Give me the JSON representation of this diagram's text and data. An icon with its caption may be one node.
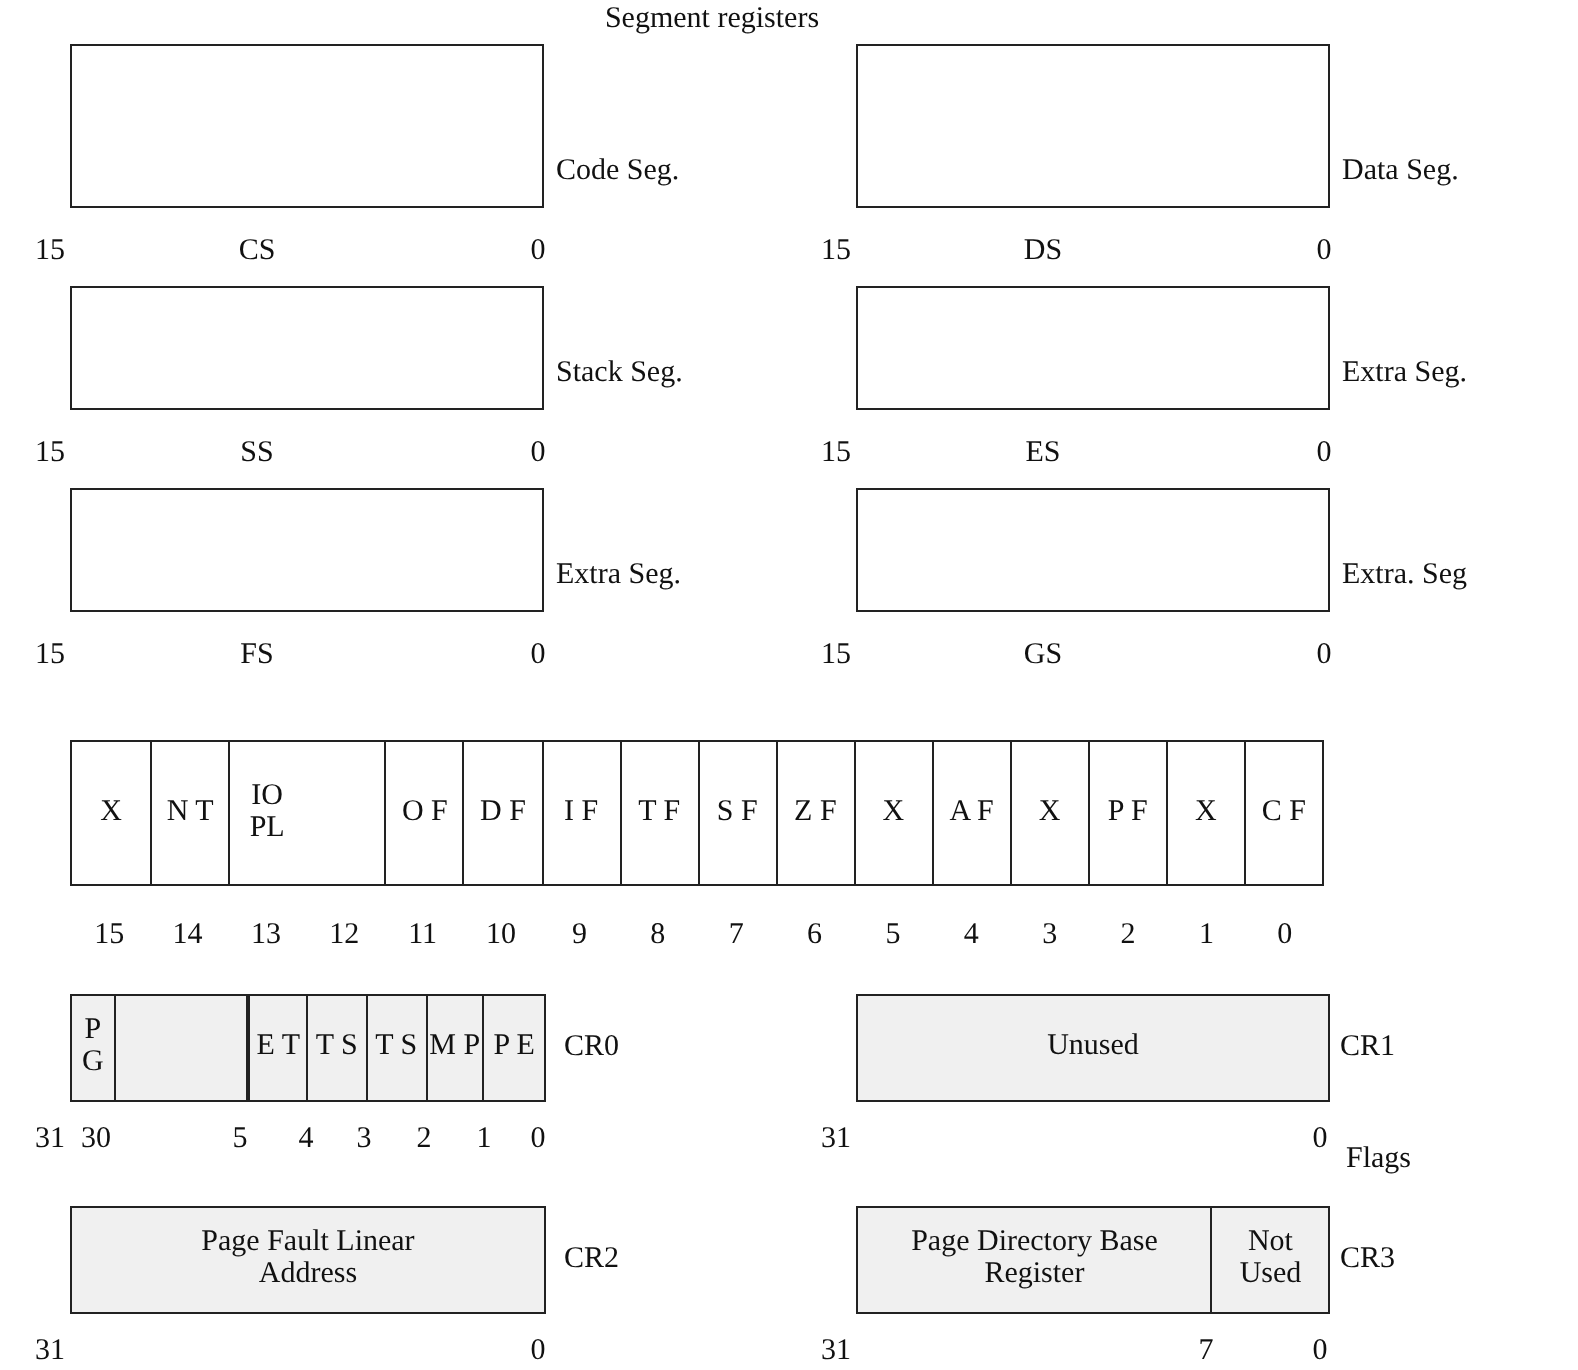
{
  "diagram": {
    "title": "Segment registers",
    "nodes": [
      {
        "text": [],
        "shape": "box",
        "beside": [
          "Code Seg.",
          "15",
          "CS",
          "0"
        ]
      },
      {
        "text": [],
        "shape": "box",
        "beside": [
          "Data Seg.",
          "15",
          "DS",
          "0"
        ]
      },
      {
        "text": [],
        "shape": "box",
        "beside": [
          "Stack Seg.",
          "15",
          "SS",
          "0"
        ]
      },
      {
        "text": [],
        "shape": "box",
        "beside": [
          "Extra Seg.",
          "15",
          "ES",
          "0"
        ]
      },
      {
        "text": [],
        "shape": "box",
        "beside": [
          "Extra Seg.",
          "15",
          "FS",
          "0"
        ]
      },
      {
        "text": [],
        "shape": "box",
        "beside": [
          "Extra. Seg",
          "15",
          "GS",
          "0"
        ]
      },
      {
        "text": [],
        "shape": "box",
        "beside": [
          "15",
          "14",
          "13",
          "12",
          "11",
          "10",
          "9",
          "8",
          "7",
          "6",
          "5",
          "4",
          "3",
          "2",
          "1",
          "0"
        ]
      },
      {
        "text": [
          "X"
        ],
        "in": 6
      },
      {
        "text": [
          "N T"
        ],
        "in": 6
      },
      {
        "text": [
          "IO PL"
        ],
        "in": 6
      },
      {
        "text": [
          "O F"
        ],
        "in": 6
      },
      {
        "text": [
          "D F"
        ],
        "in": 6
      },
      {
        "text": [
          "I F"
        ],
        "in": 6
      },
      {
        "text": [
          "T F"
        ],
        "in": 6
      },
      {
        "text": [
          "S F"
        ],
        "in": 6
      },
      {
        "text": [
          "Z F"
        ],
        "in": 6
      },
      {
        "text": [
          "X"
        ],
        "in": 6
      },
      {
        "text": [
          "A F"
        ],
        "in": 6
      },
      {
        "text": [
          "X"
        ],
        "in": 6
      },
      {
        "text": [
          "P F"
        ],
        "in": 6
      },
      {
        "text": [
          "X"
        ],
        "in": 6
      },
      {
        "text": [
          "C F"
        ],
        "in": 6
      },
      {
        "text": [],
        "shape": "box",
        "beside": [
          "CR0",
          "31",
          "30",
          "5",
          "4",
          "3",
          "2",
          "1",
          "0"
        ]
      },
      {
        "text": [
          "P G"
        ],
        "in": 22
      },
      {
        "text": [],
        "shape": "box",
        "in": 22
      },
      {
        "text": [
          "E T"
        ],
        "in": 22
      },
      {
        "text": [
          "T S"
        ],
        "in": 22
      },
      {
        "text": [
          "T S"
        ],
        "in": 22
      },
      {
        "text": [
          "M P"
        ],
        "in": 22
      },
      {
        "text": [
          "P E"
        ],
        "in": 22
      },
      {
        "text": [
          "Unused"
        ],
        "beside": [
          "CR1",
          "31",
          "0"
        ]
      },
      {
        "text": [
          "Page Fault Linear Address"
        ],
        "beside": [
          "CR2",
          "31",
          "0"
        ]
      },
      {
        "text": [],
        "shape": "box",
        "beside": [
          "CR3",
          "31",
          "7",
          "0"
        ]
      },
      {
        "text": [
          "Page Directory Base Register"
        ],
        "in": 32
      },
      {
        "text": [
          "Not Used"
        ],
        "in": 32
      }
    ],
    "labels": [
      "Flags"
    ]
  }
}
